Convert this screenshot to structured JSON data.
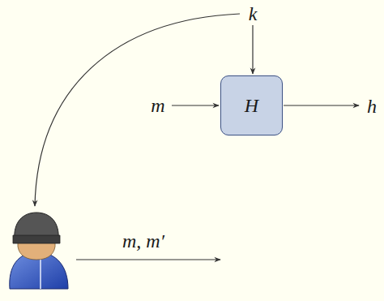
{
  "diagram": {
    "nodes": [
      {
        "text": [
          "H"
        ]
      }
    ],
    "labels": [
      "k",
      "m",
      "h",
      "m, m′"
    ]
  }
}
